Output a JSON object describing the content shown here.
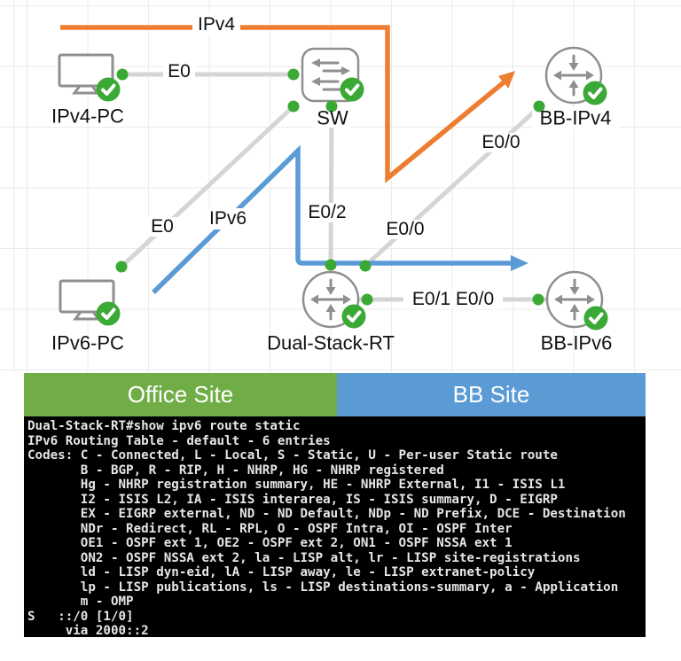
{
  "colors": {
    "orange_flow": "#ED7D31",
    "blue_flow": "#5B9BD5",
    "office_green": "#70AD47",
    "bb_blue": "#5B9BD5",
    "status_green": "#3AA935",
    "link_gray": "#D5D5D5",
    "icon_gray": "#8F8F8F",
    "terminal_bg": "#000000",
    "terminal_text": "#E6E6E6"
  },
  "diagram": {
    "labels": {
      "ipv4_flow": "IPv4",
      "ipv6_flow": "IPv6",
      "e0_pc4": "E0",
      "e0_pc6": "E0",
      "e0_2": "E0/2",
      "e0_0_rt": "E0/0",
      "e0_0_bb4": "E0/0",
      "e0_1_e0_0": "E0/1 E0/0",
      "ipv4_pc": "IPv4-PC",
      "ipv6_pc": "IPv6-PC",
      "sw": "SW",
      "dual_stack_rt": "Dual-Stack-RT",
      "bb_ipv4": "BB-IPv4",
      "bb_ipv6": "BB-IPv6"
    }
  },
  "sites": {
    "office_label": "Office Site",
    "bb_label": "BB Site"
  },
  "terminal": {
    "lines": [
      "Dual-Stack-RT#show ipv6 route static",
      "IPv6 Routing Table - default - 6 entries",
      "Codes: C - Connected, L - Local, S - Static, U - Per-user Static route",
      "       B - BGP, R - RIP, H - NHRP, HG - NHRP registered",
      "       Hg - NHRP registration summary, HE - NHRP External, I1 - ISIS L1",
      "       I2 - ISIS L2, IA - ISIS interarea, IS - ISIS summary, D - EIGRP",
      "       EX - EIGRP external, ND - ND Default, NDp - ND Prefix, DCE - Destination",
      "       NDr - Redirect, RL - RPL, O - OSPF Intra, OI - OSPF Inter",
      "       OE1 - OSPF ext 1, OE2 - OSPF ext 2, ON1 - OSPF NSSA ext 1",
      "       ON2 - OSPF NSSA ext 2, la - LISP alt, lr - LISP site-registrations",
      "       ld - LISP dyn-eid, lA - LISP away, le - LISP extranet-policy",
      "       lp - LISP publications, ls - LISP destinations-summary, a - Application",
      "       m - OMP",
      "S   ::/0 [1/0]",
      "     via 2000::2"
    ]
  }
}
